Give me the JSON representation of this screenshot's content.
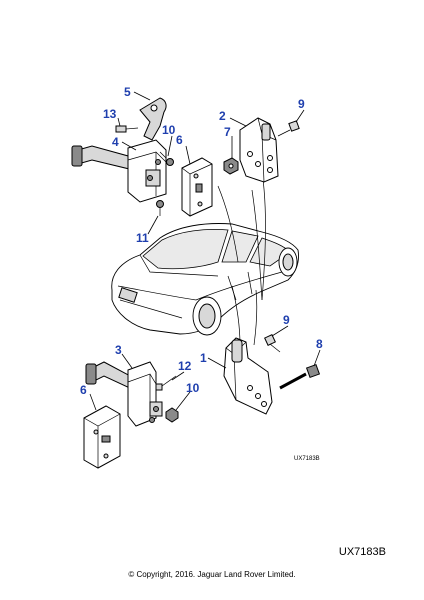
{
  "callouts": {
    "c5": "5",
    "c13": "13",
    "c4": "4",
    "c10_top": "10",
    "c6_top": "6",
    "c11": "11",
    "c2": "2",
    "c7": "7",
    "c9_top": "9",
    "c3": "3",
    "c6_bottom": "6",
    "c12": "12",
    "c10_bottom": "10",
    "c1": "1",
    "c9_bottom": "9",
    "c8": "8"
  },
  "diagram_code_small": "UX7183B",
  "diagram_code": "UX7183B",
  "copyright": "© Copyright, 2016. Jaguar Land Rover Limited."
}
